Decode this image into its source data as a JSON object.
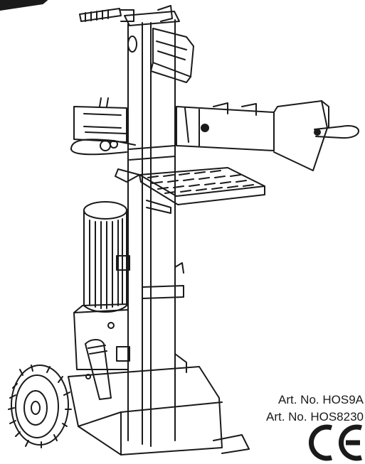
{
  "document": {
    "article_numbers": [
      "Art. No. HOS9A",
      "Art. No. HOS8230"
    ],
    "certification_mark": "CE"
  },
  "colors": {
    "ink": "#1a1a1a",
    "background": "#ffffff"
  },
  "icons": {
    "illustration": "log-splitter-drawing",
    "certification": "ce-mark-icon"
  }
}
